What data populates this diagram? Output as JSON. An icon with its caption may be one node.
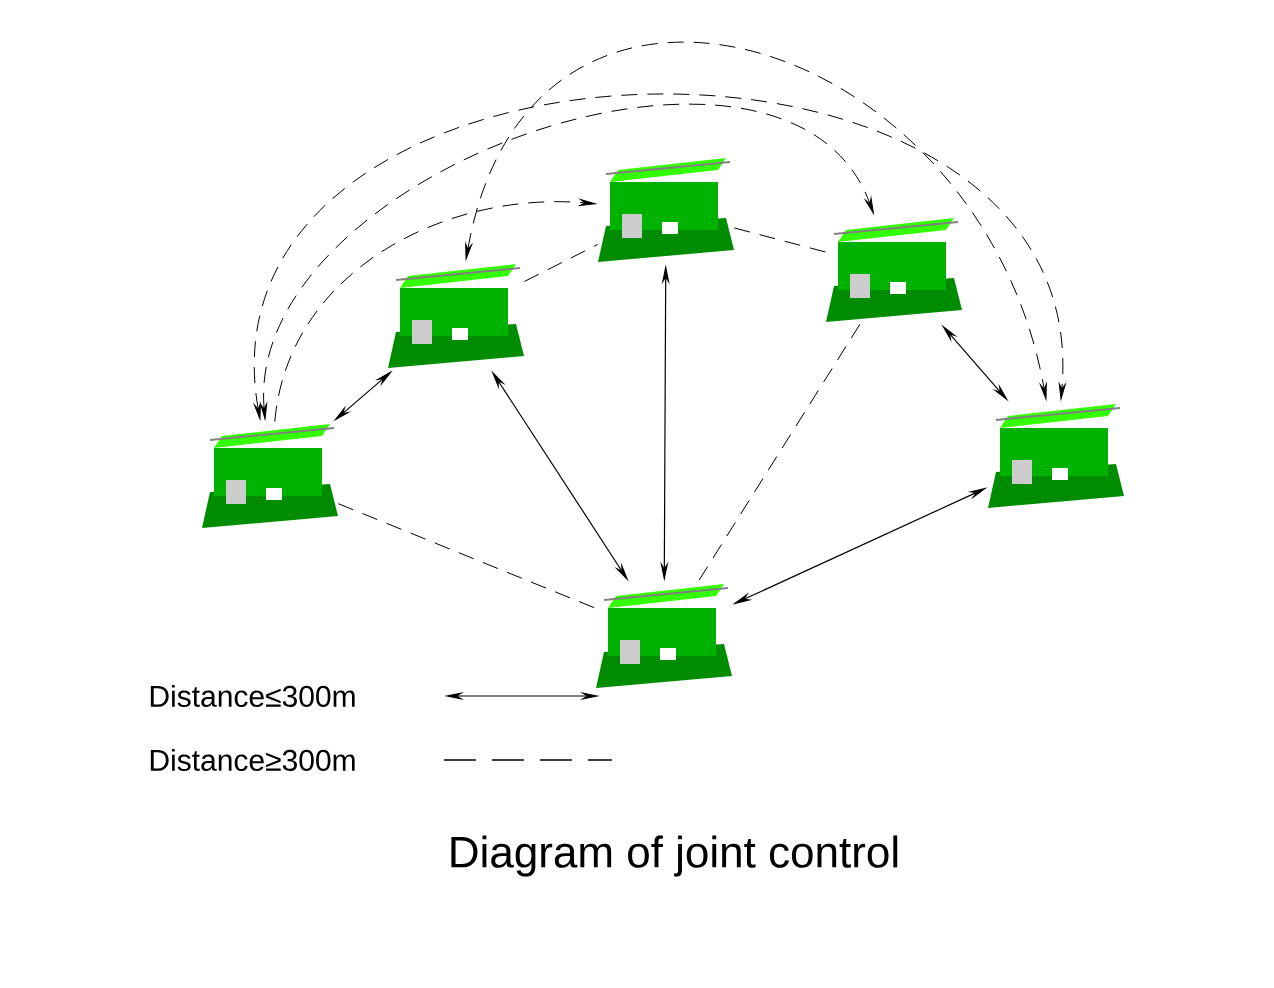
{
  "diagram": {
    "caption": "Diagram of joint control",
    "nodes": [
      {
        "text": [],
        "shape": "picture"
      },
      {
        "text": [],
        "shape": "picture"
      },
      {
        "text": [],
        "shape": "picture"
      },
      {
        "text": [],
        "shape": "picture"
      },
      {
        "text": [],
        "shape": "picture"
      },
      {
        "text": [],
        "shape": "picture"
      }
    ],
    "edges": [
      {
        "from": 0,
        "to": 1,
        "arrow": "both"
      },
      {
        "from": 1,
        "to": 3,
        "arrow": "both"
      },
      {
        "from": 2,
        "to": 3,
        "arrow": "both"
      },
      {
        "from": 3,
        "to": 5,
        "arrow": "both"
      },
      {
        "from": 4,
        "to": 5,
        "arrow": "both"
      },
      {
        "from": 1,
        "to": 2,
        "arrow": "none",
        "style": "dashed"
      },
      {
        "from": 2,
        "to": 4,
        "arrow": "none",
        "style": "dashed"
      },
      {
        "from": 0,
        "to": 3,
        "arrow": "none",
        "style": "dashed"
      },
      {
        "from": 4,
        "to": 3,
        "arrow": "none",
        "style": "dashed"
      },
      {
        "from": 0,
        "to": 4,
        "arrow": "both",
        "style": "dashed"
      },
      {
        "from": 1,
        "to": 5,
        "arrow": "both",
        "style": "dashed"
      },
      {
        "from": 0,
        "to": 5,
        "arrow": "both",
        "style": "dashed"
      },
      {
        "from": 0,
        "to": 2,
        "arrow": "to",
        "style": "dashed"
      }
    ],
    "legend": [
      {
        "text": "Distance≤300m"
      },
      {
        "text": "Distance≥300m"
      }
    ]
  }
}
